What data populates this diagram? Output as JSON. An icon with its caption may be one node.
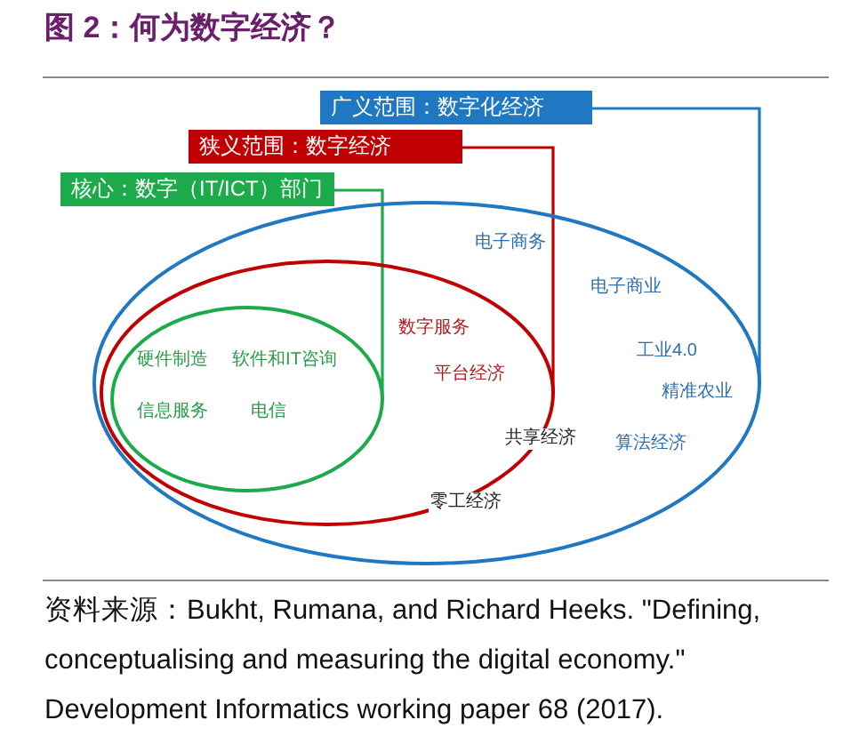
{
  "diagram": {
    "title": "图 2：何为数字经济？",
    "caption": "资料来源：Bukht, Rumana, and Richard Heeks. \"Defining, conceptualising and measuring the digital economy.\" Development Informatics working paper 68 (2017).",
    "nodes": [
      {
        "text": [
          "广义范围：数字化经济"
        ]
      },
      {
        "text": [
          "狭义范围：数字经济"
        ]
      },
      {
        "text": [
          "核心：数字（IT/ICT）部门"
        ]
      },
      {
        "text": [
          "电子商务",
          "电子商业",
          "工业4.0",
          "精准农业",
          "算法经济",
          "共享经济",
          "零工经济"
        ]
      },
      {
        "text": [
          "数字服务",
          "平台经济"
        ],
        "in": 3
      },
      {
        "text": [
          "硬件制造",
          "软件和IT咨询",
          "信息服务",
          "电信"
        ],
        "in": 4
      }
    ],
    "edges": [
      {
        "from": 0,
        "to": 3,
        "arrow": "none",
        "color": "#1f78c1"
      },
      {
        "from": 1,
        "to": 4,
        "arrow": "none",
        "color": "#c00000"
      },
      {
        "from": 2,
        "to": 5,
        "arrow": "none",
        "color": "#1daa4b"
      }
    ]
  }
}
